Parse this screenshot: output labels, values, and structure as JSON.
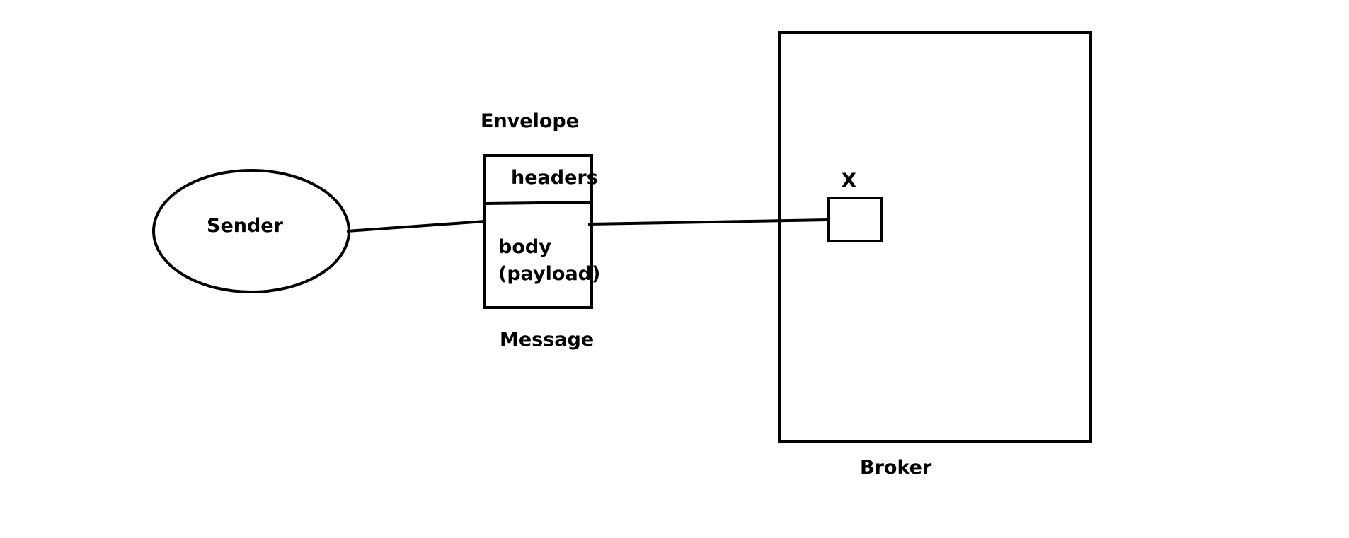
{
  "sender": {
    "label": "Sender"
  },
  "message": {
    "top_label": "Envelope",
    "headers_label": "headers",
    "body_label_line1": "body",
    "body_label_line2": "(payload)",
    "bottom_label": "Message"
  },
  "broker": {
    "label": "Broker",
    "exchange_label": "X"
  },
  "colors": {
    "stroke": "#000000",
    "background": "#ffffff"
  }
}
